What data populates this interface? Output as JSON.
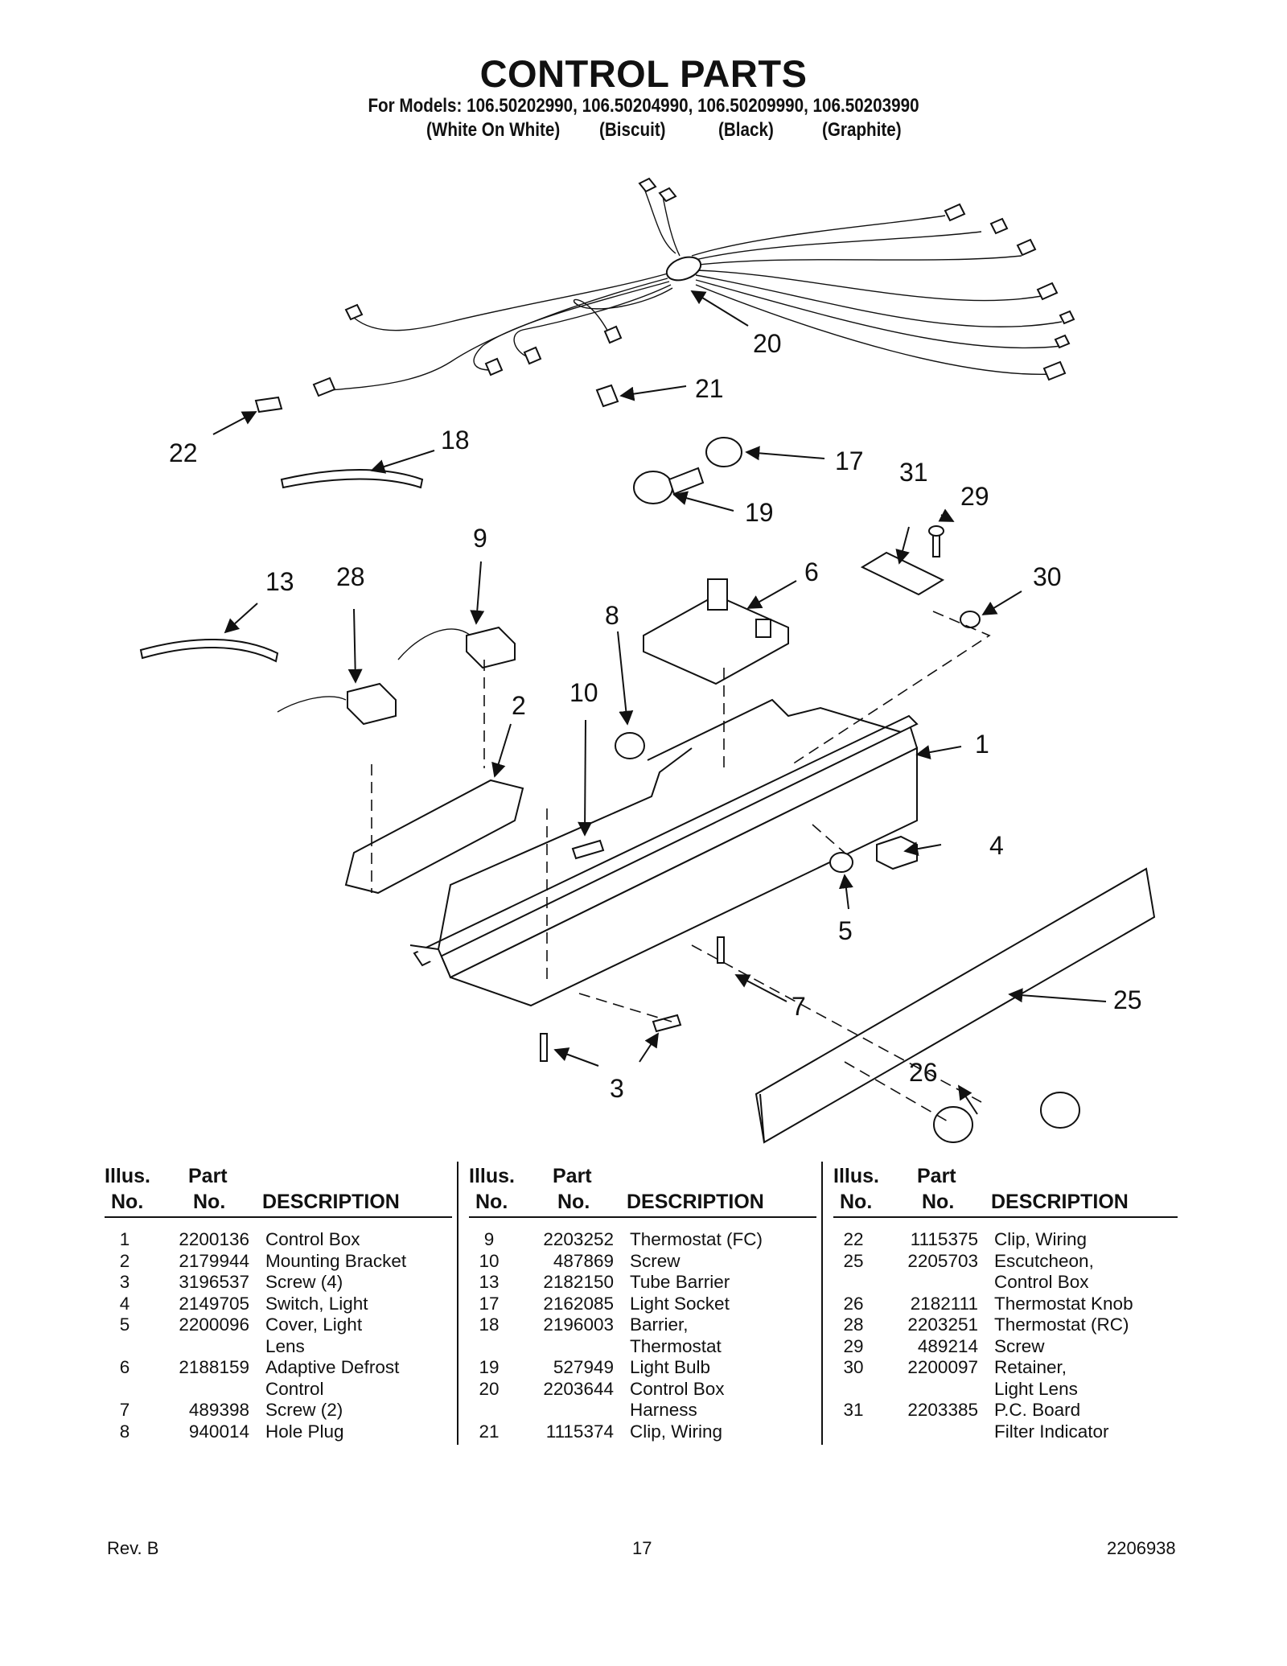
{
  "header": {
    "title": "CONTROL PARTS",
    "models": "For Models: 106.50202990, 106.50204990, 106.50209990, 106.50203990",
    "colors": [
      "(White On White)",
      "(Biscuit)",
      "(Black)",
      "(Graphite)"
    ]
  },
  "diagram": {
    "callouts": [
      "20",
      "21",
      "22",
      "18",
      "17",
      "31",
      "29",
      "19",
      "9",
      "6",
      "13",
      "28",
      "30",
      "8",
      "2",
      "10",
      "1",
      "4",
      "5",
      "25",
      "7",
      "26",
      "3"
    ]
  },
  "table": {
    "headers": {
      "illus_line1": "Illus.",
      "illus_line2": "No.",
      "part_line1": "Part",
      "part_line2": "No.",
      "description": "DESCRIPTION"
    },
    "columns": [
      [
        {
          "no": "1",
          "part": "2200136",
          "desc": [
            "Control Box"
          ]
        },
        {
          "no": "2",
          "part": "2179944",
          "desc": [
            "Mounting Bracket"
          ]
        },
        {
          "no": "3",
          "part": "3196537",
          "desc": [
            "Screw (4)"
          ]
        },
        {
          "no": "4",
          "part": "2149705",
          "desc": [
            "Switch, Light"
          ]
        },
        {
          "no": "5",
          "part": "2200096",
          "desc": [
            "Cover, Light",
            "Lens"
          ]
        },
        {
          "no": "6",
          "part": "2188159",
          "desc": [
            "Adaptive Defrost",
            "Control"
          ]
        },
        {
          "no": "7",
          "part": "489398",
          "desc": [
            "Screw (2)"
          ]
        },
        {
          "no": "8",
          "part": "940014",
          "desc": [
            "Hole Plug"
          ]
        }
      ],
      [
        {
          "no": "9",
          "part": "2203252",
          "desc": [
            "Thermostat (FC)"
          ]
        },
        {
          "no": "10",
          "part": "487869",
          "desc": [
            "Screw"
          ]
        },
        {
          "no": "13",
          "part": "2182150",
          "desc": [
            "Tube Barrier"
          ]
        },
        {
          "no": "17",
          "part": "2162085",
          "desc": [
            "Light Socket"
          ]
        },
        {
          "no": "18",
          "part": "2196003",
          "desc": [
            "Barrier,",
            "Thermostat"
          ]
        },
        {
          "no": "19",
          "part": "527949",
          "desc": [
            "Light Bulb"
          ]
        },
        {
          "no": "20",
          "part": "2203644",
          "desc": [
            "Control Box",
            "Harness"
          ]
        },
        {
          "no": "21",
          "part": "1115374",
          "desc": [
            "Clip, Wiring"
          ]
        }
      ],
      [
        {
          "no": "22",
          "part": "1115375",
          "desc": [
            "Clip, Wiring"
          ]
        },
        {
          "no": "25",
          "part": "2205703",
          "desc": [
            "Escutcheon,",
            "Control Box"
          ]
        },
        {
          "no": "26",
          "part": "2182111",
          "desc": [
            "Thermostat Knob"
          ]
        },
        {
          "no": "28",
          "part": "2203251",
          "desc": [
            "Thermostat (RC)"
          ]
        },
        {
          "no": "29",
          "part": "489214",
          "desc": [
            "Screw"
          ]
        },
        {
          "no": "30",
          "part": "2200097",
          "desc": [
            "Retainer,",
            "Light Lens"
          ]
        },
        {
          "no": "31",
          "part": "2203385",
          "desc": [
            "P.C. Board",
            "Filter Indicator"
          ]
        }
      ]
    ]
  },
  "footer": {
    "rev": "Rev. B",
    "page": "17",
    "doc_number": "2206938"
  }
}
